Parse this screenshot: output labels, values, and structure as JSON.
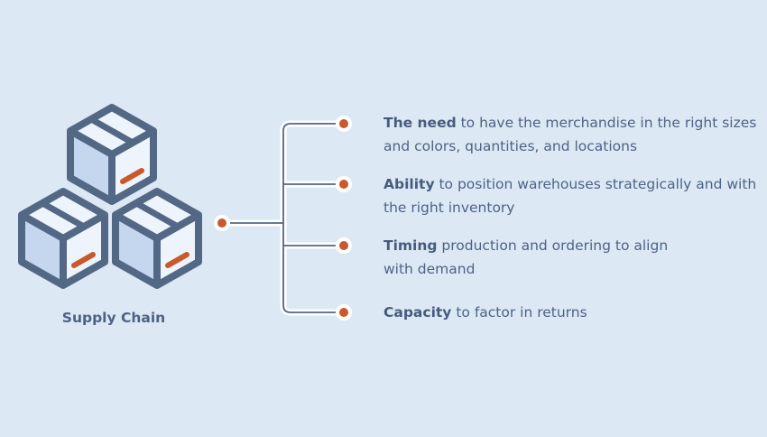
{
  "caption": "Supply Chain",
  "colors": {
    "background": "#dde8f5",
    "box_fill": "#c5d7ee",
    "outline": "#526885",
    "accent": "#c9582a",
    "text": "#4d6384"
  },
  "icon": "stacked-boxes-icon",
  "items": [
    {
      "bold": "The need",
      "rest": " to have the merchandise in the right sizes and colors, quantities, and locations"
    },
    {
      "bold": "Ability",
      "rest": " to position warehouses strategically and with the right inventory"
    },
    {
      "bold": "Timing",
      "rest": " production and ordering to align with demand"
    },
    {
      "bold": "Capacity",
      "rest": " to factor in returns"
    }
  ]
}
